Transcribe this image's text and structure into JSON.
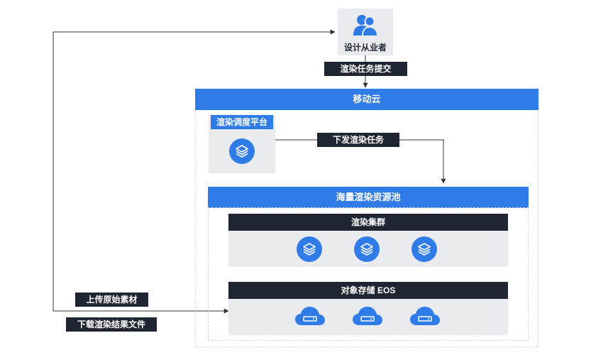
{
  "designer": {
    "label": "设计从业者",
    "icon": "users-icon"
  },
  "labels": {
    "render_submit": "渲染任务提交",
    "dispatch": "下发渲染任务",
    "upload": "上传原始素材",
    "download": "下载渲染结果文件"
  },
  "cloud": {
    "title": "移动云"
  },
  "platform": {
    "title": "渲染调度平台",
    "icon": "layers-icon"
  },
  "pool": {
    "title": "海量渲染资源池"
  },
  "cluster": {
    "title": "渲染集群",
    "icons": [
      "layers-icon",
      "layers-icon",
      "layers-icon"
    ]
  },
  "storage": {
    "title": "对象存储 EOS",
    "icons": [
      "cloud-drive-icon",
      "cloud-drive-icon",
      "cloud-drive-icon"
    ]
  },
  "colors": {
    "accent": "#2f7ce8",
    "dark": "#1f2532",
    "panel": "#e9ebef",
    "line": "#333333"
  }
}
